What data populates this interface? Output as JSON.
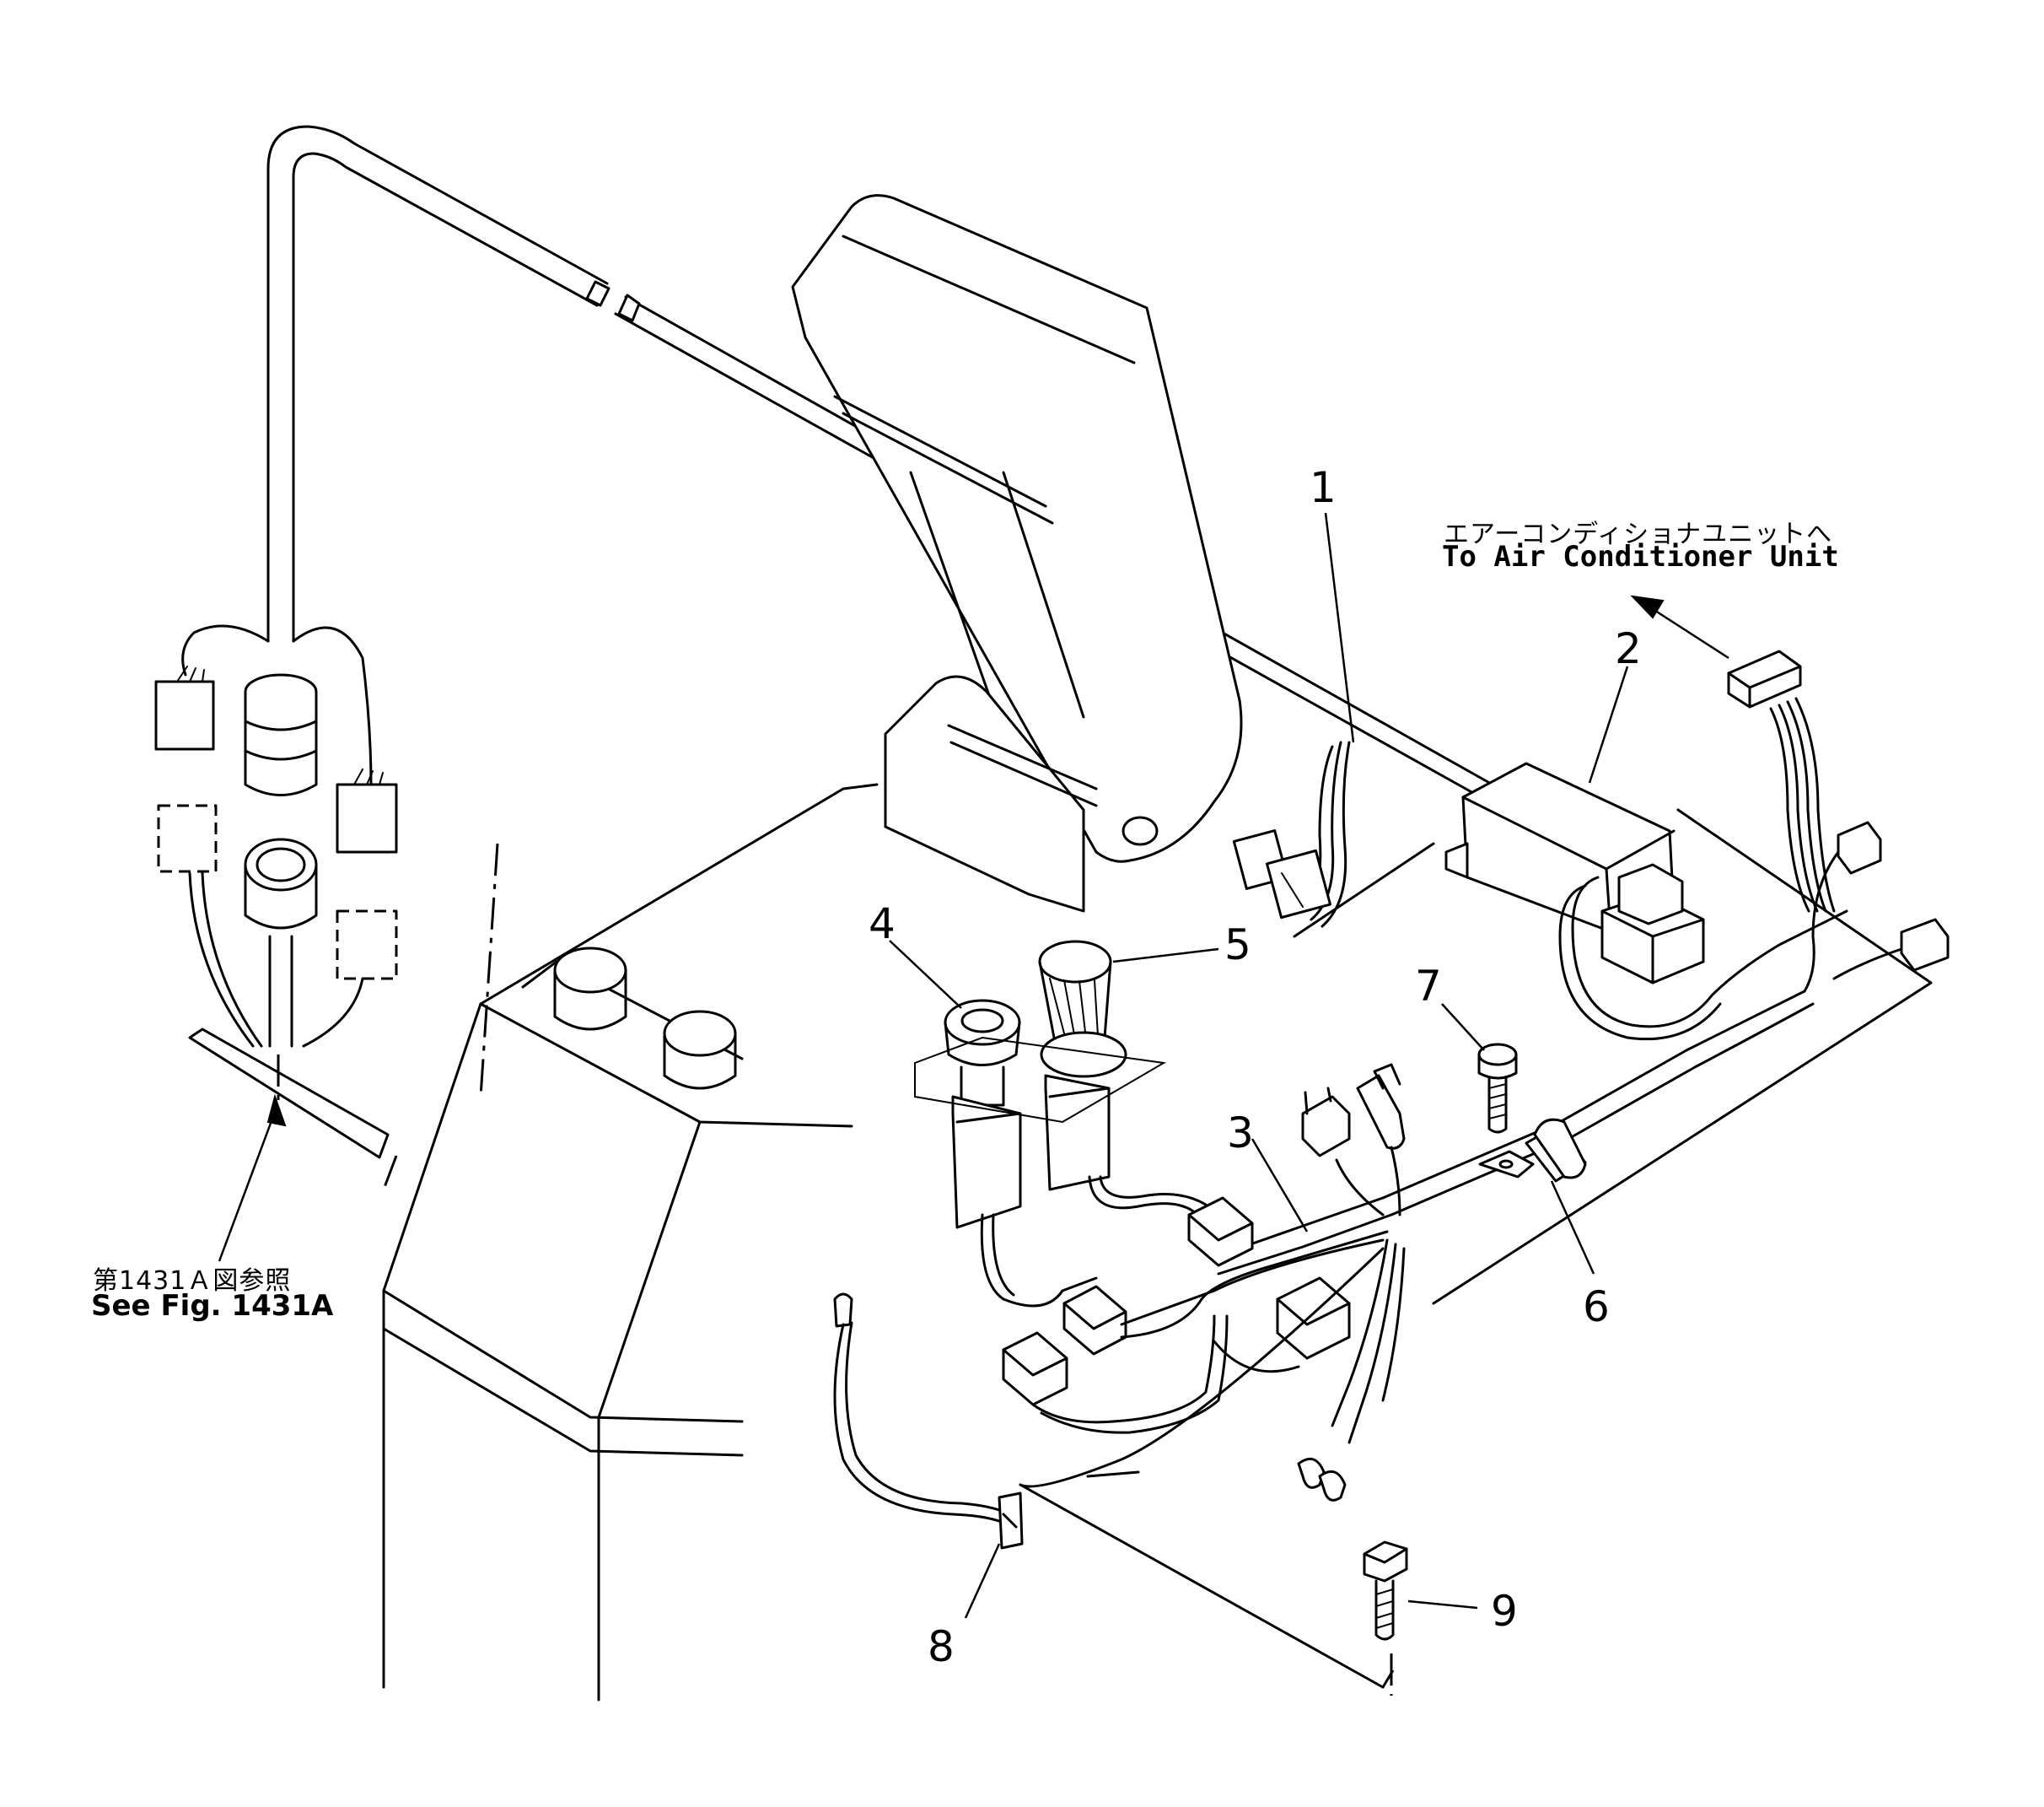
{
  "callouts": {
    "c1": "1",
    "c2": "2",
    "c3": "3",
    "c4": "4",
    "c5": "5",
    "c6": "6",
    "c7": "7",
    "c8": "8",
    "c9": "9"
  },
  "notes": {
    "ac_unit_jp": "エアーコンディショナユニットへ",
    "ac_unit_en": "To Air Conditioner Unit",
    "see_fig_jp": "第1431Ａ図参照",
    "see_fig_en": "See Fig. 1431A"
  }
}
